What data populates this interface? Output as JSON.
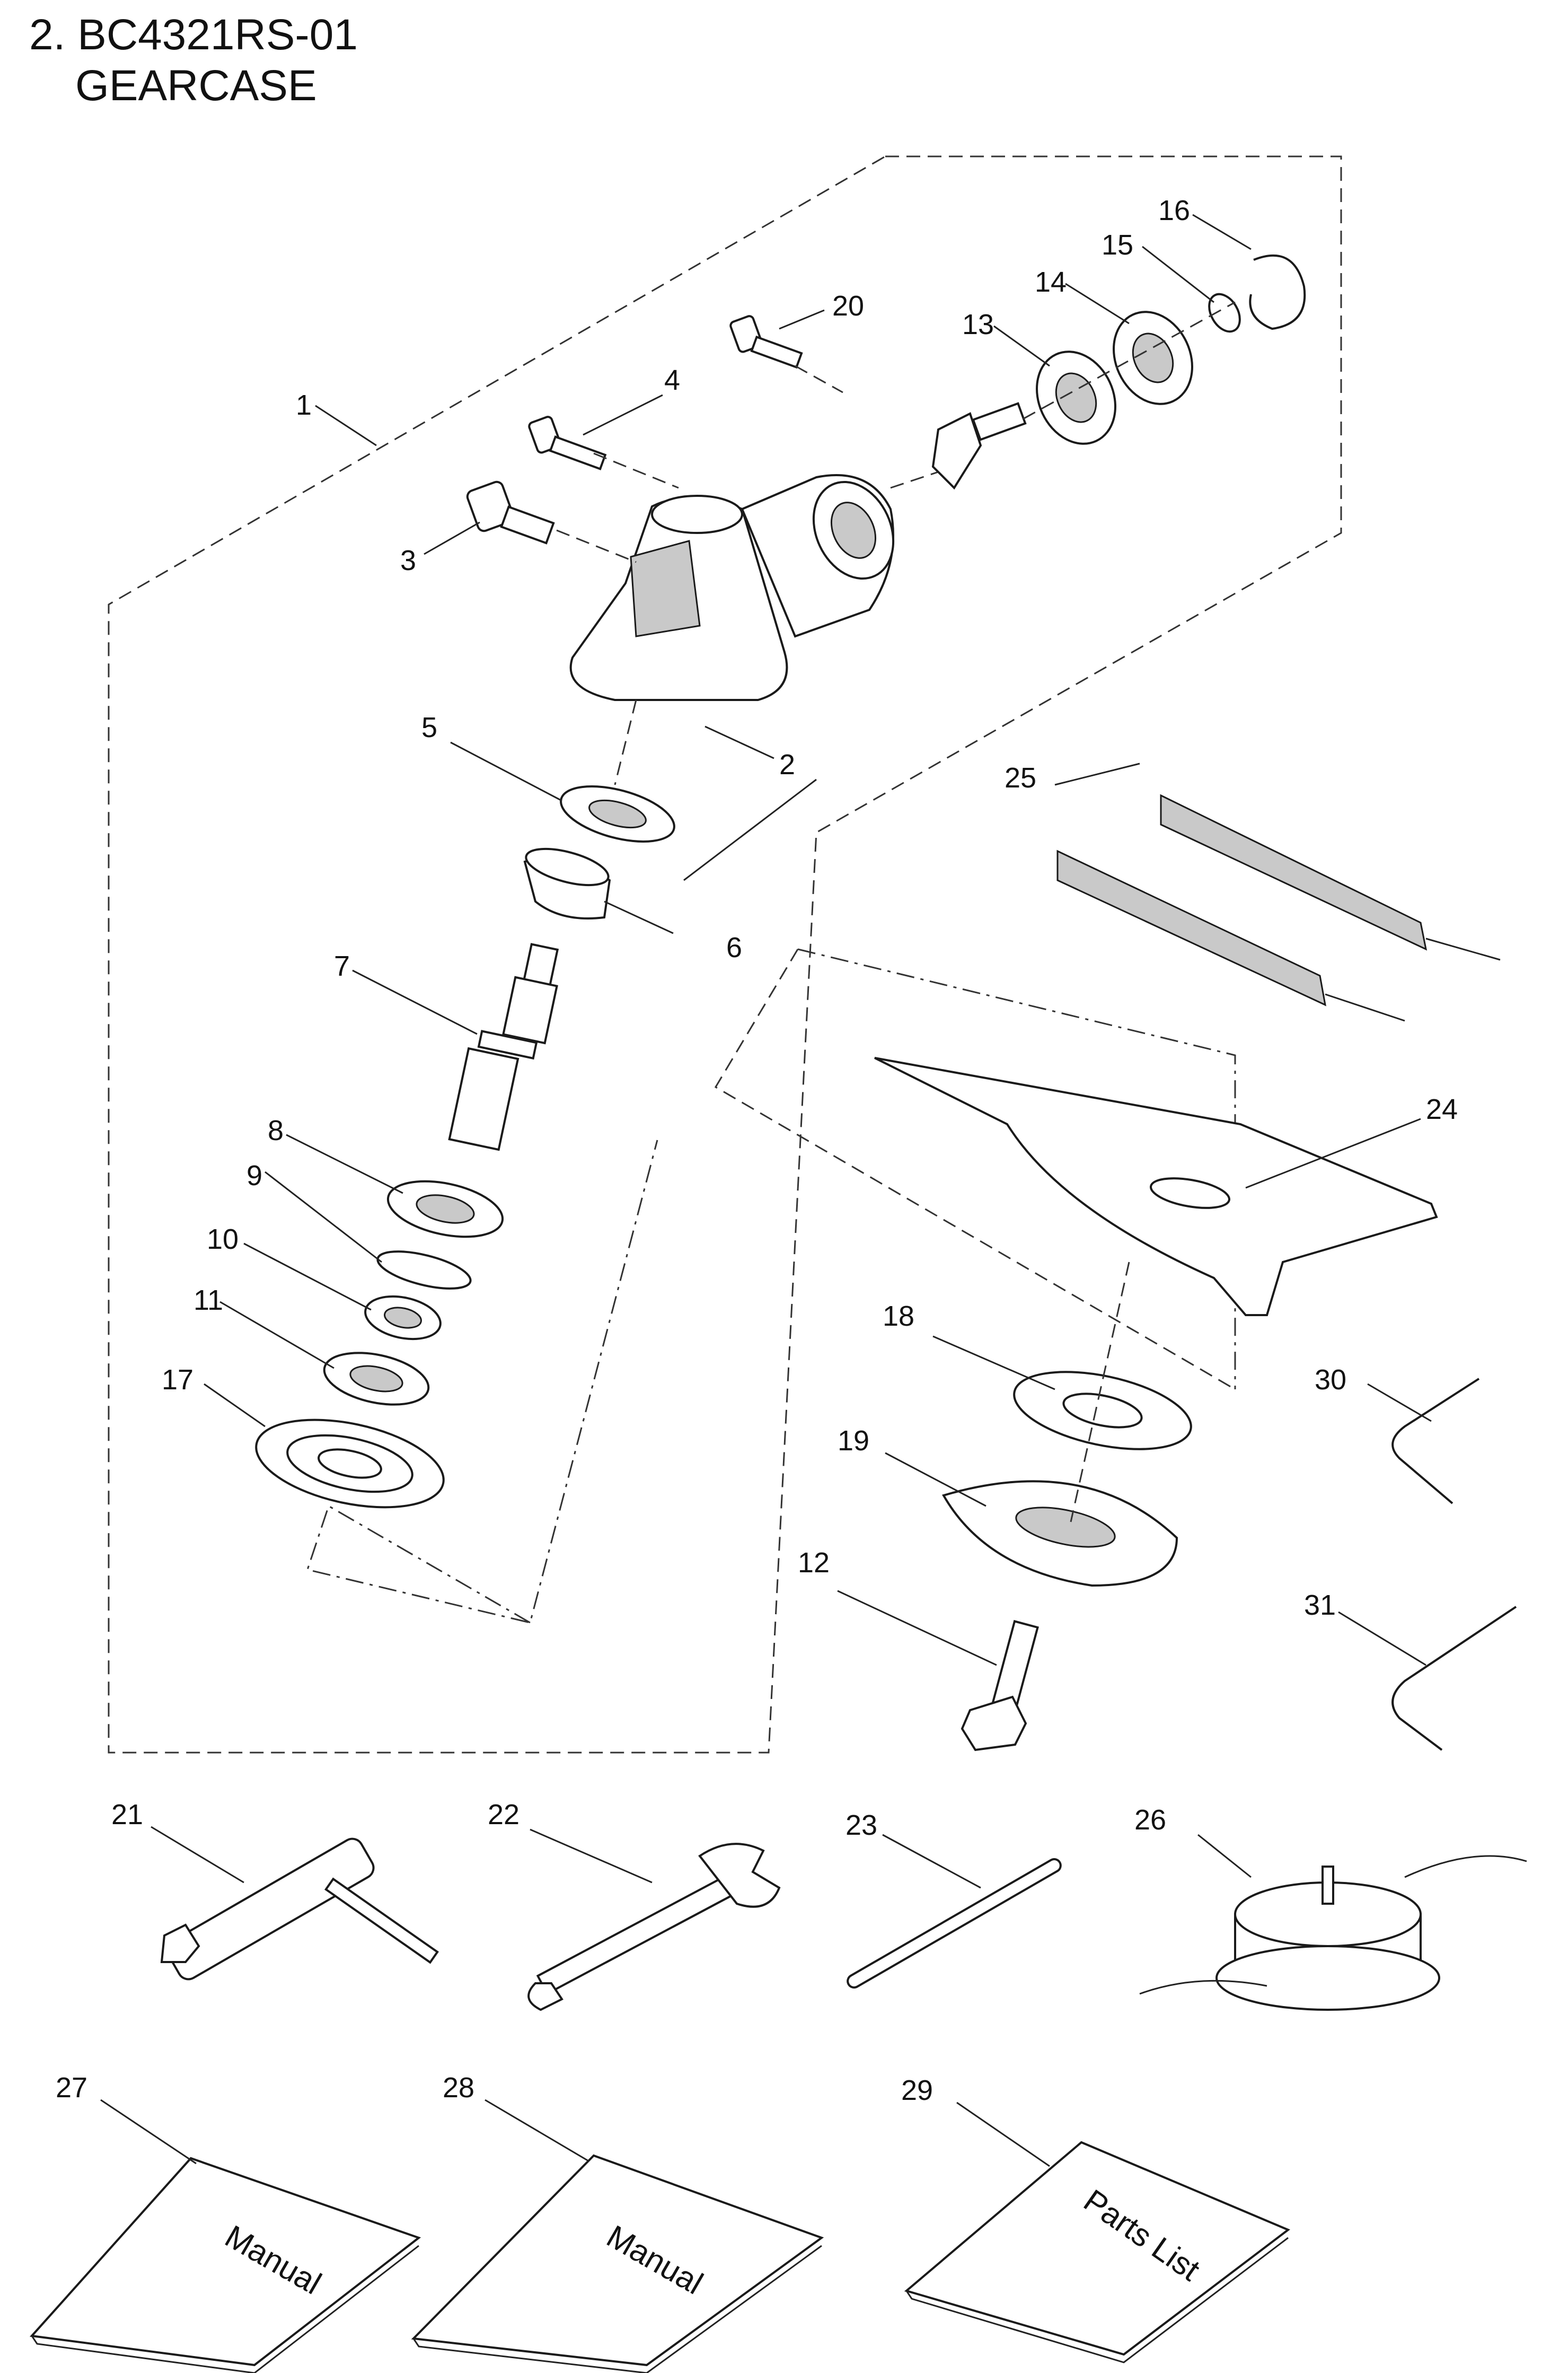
{
  "header": {
    "line1": "2. BC4321RS-01",
    "line2": "GEARCASE"
  },
  "parts": [
    {
      "no": "1"
    },
    {
      "no": "2"
    },
    {
      "no": "3"
    },
    {
      "no": "4"
    },
    {
      "no": "5"
    },
    {
      "no": "6"
    },
    {
      "no": "7"
    },
    {
      "no": "8"
    },
    {
      "no": "9"
    },
    {
      "no": "10"
    },
    {
      "no": "11"
    },
    {
      "no": "12"
    },
    {
      "no": "13"
    },
    {
      "no": "14"
    },
    {
      "no": "15"
    },
    {
      "no": "16"
    },
    {
      "no": "17"
    },
    {
      "no": "18"
    },
    {
      "no": "19"
    },
    {
      "no": "20"
    },
    {
      "no": "21"
    },
    {
      "no": "22"
    },
    {
      "no": "23"
    },
    {
      "no": "24"
    },
    {
      "no": "25"
    },
    {
      "no": "26"
    },
    {
      "no": "27"
    },
    {
      "no": "28"
    },
    {
      "no": "29"
    },
    {
      "no": "30"
    },
    {
      "no": "31"
    }
  ],
  "books": {
    "b27": "Manual",
    "b28": "Manual",
    "b29": "Parts List"
  }
}
